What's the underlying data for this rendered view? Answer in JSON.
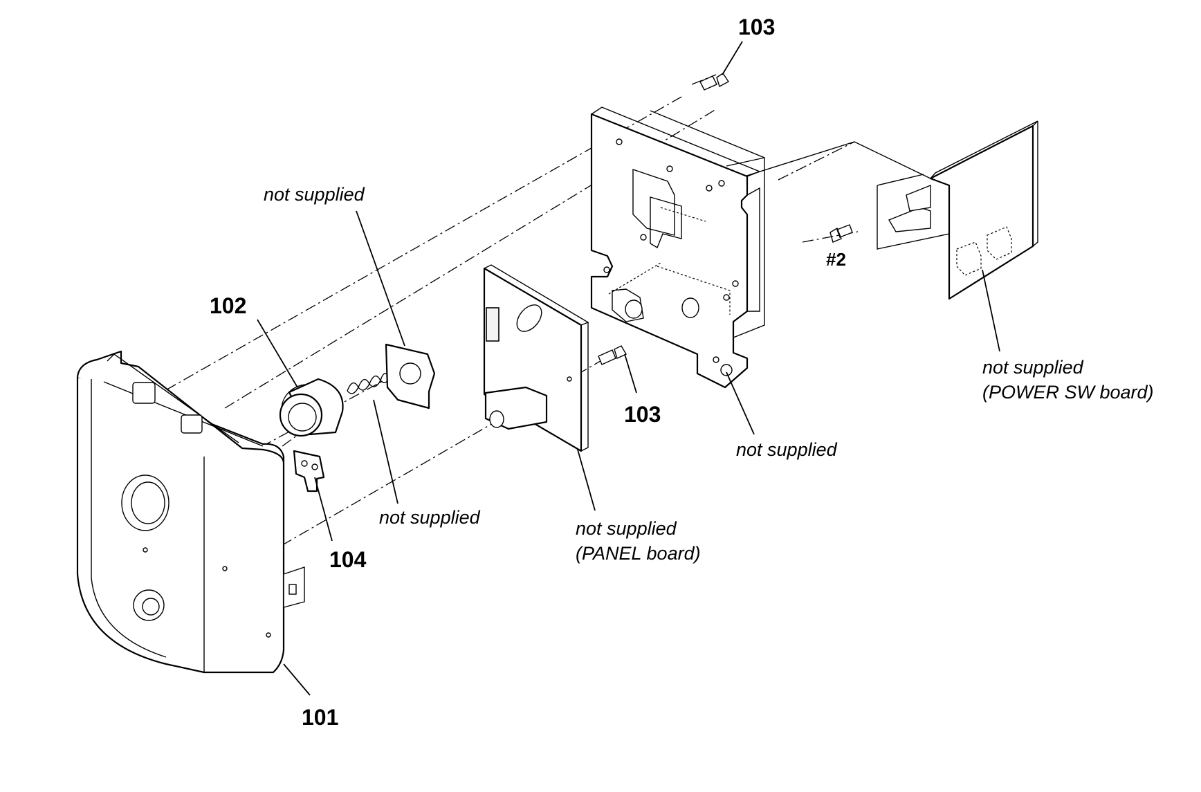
{
  "labels": {
    "p101": "101",
    "p102": "102",
    "p103_top": "103",
    "p103_mid": "103",
    "p104": "104",
    "screw2": "#2"
  },
  "notes": {
    "bracket": "not supplied",
    "spring": "not supplied",
    "panel_line1": "not supplied",
    "panel_line2": "(PANEL board)",
    "frame": "not supplied",
    "power_line1": "not supplied",
    "power_line2": "(POWER SW board)"
  }
}
